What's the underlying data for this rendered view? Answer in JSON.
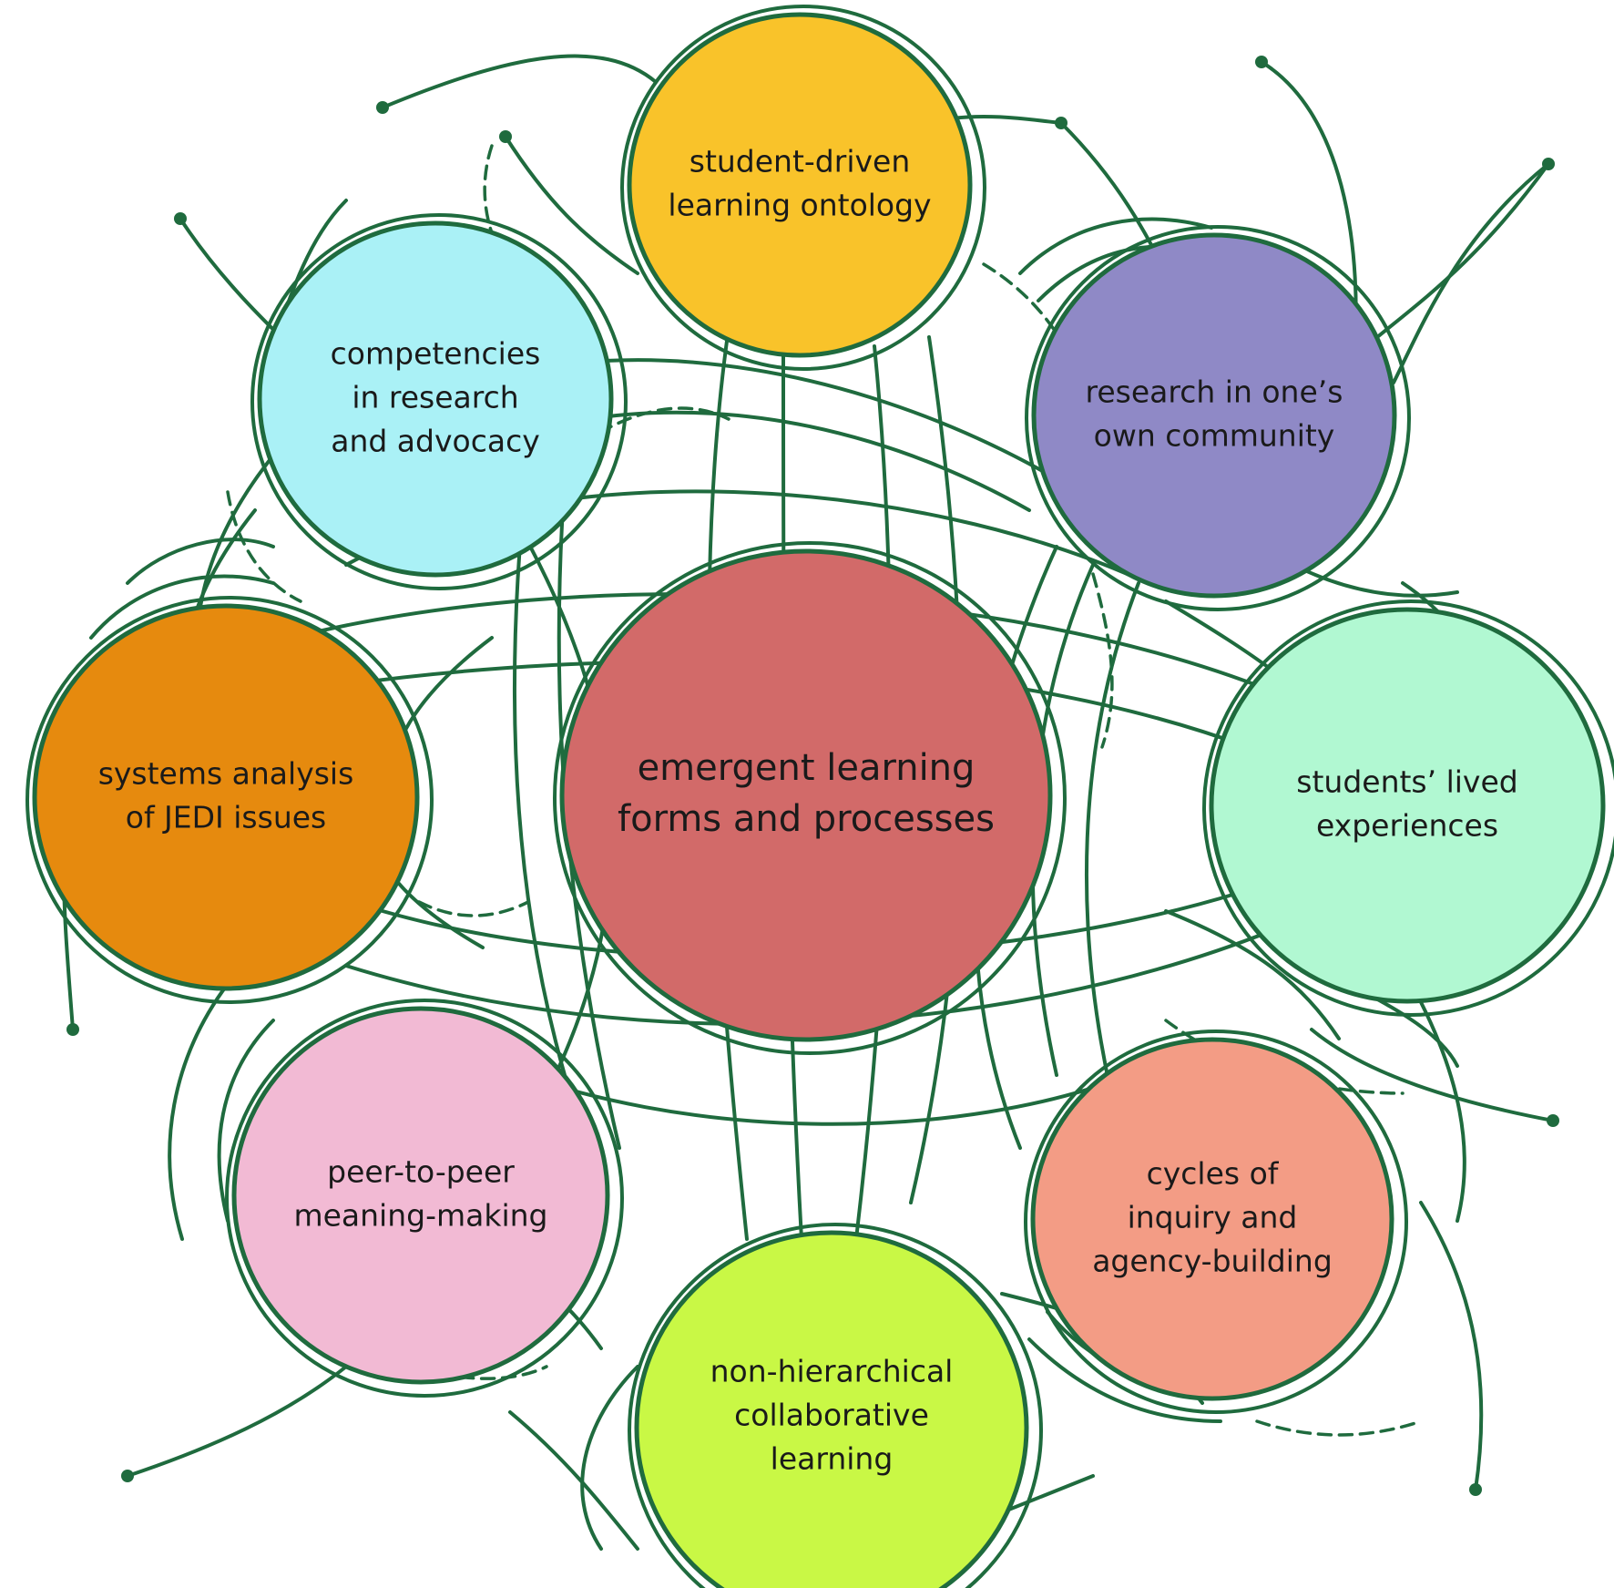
{
  "diagram": {
    "center": {
      "lines": [
        "emergent learning",
        "forms and processes"
      ],
      "color": "#d26a69"
    },
    "nodes": [
      {
        "id": "student-driven-learning-ontology",
        "lines": [
          "student-driven",
          "learning ontology"
        ],
        "color": "#f9c32a"
      },
      {
        "id": "research-in-ones-own-community",
        "lines": [
          "research in one’s",
          "own community"
        ],
        "color": "#8f89c6"
      },
      {
        "id": "students-lived-experiences",
        "lines": [
          "students’ lived",
          "experiences"
        ],
        "color": "#b1f8d2"
      },
      {
        "id": "cycles-of-inquiry-and-agency-building",
        "lines": [
          "cycles of",
          "inquiry and",
          "agency-building"
        ],
        "color": "#f39c85"
      },
      {
        "id": "non-hierarchical-collaborative-learning",
        "lines": [
          "non-hierarchical",
          "collaborative",
          "learning"
        ],
        "color": "#c9f845"
      },
      {
        "id": "peer-to-peer-meaning-making",
        "lines": [
          "peer-to-peer",
          "meaning-making"
        ],
        "color": "#f2bad4"
      },
      {
        "id": "systems-analysis-of-jedi-issues",
        "lines": [
          "systems analysis",
          "of JEDI issues"
        ],
        "color": "#e68a0e"
      },
      {
        "id": "competencies-in-research-and-advocacy",
        "lines": [
          "competencies",
          "in research",
          "and advocacy"
        ],
        "color": "#aaf1f6"
      }
    ],
    "line_color": "#1f6b3e"
  }
}
